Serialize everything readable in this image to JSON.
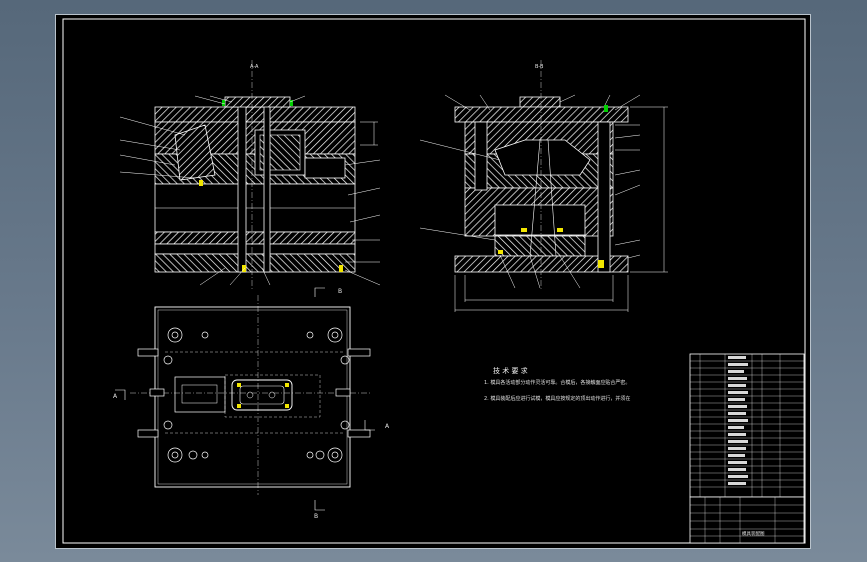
{
  "drawing": {
    "view_labels": {
      "front": "A-A",
      "side": "B-B",
      "section_a_left": "A",
      "section_a_right": "A",
      "section_b_top": "B",
      "section_b_bottom": "B"
    },
    "technical_requirements": {
      "title": "技 术 要 求",
      "item1": "1. 模具各活动部分动作灵活可靠。合模后，各接触面应贴合严密。",
      "item2": "2. 模具装配后应进行试模，模具应按规定的顶出动作进行，并须在"
    },
    "title_block": {
      "designation": "模具装配图"
    },
    "colors": {
      "sheet_background": "#000000",
      "outline": "#ffffff",
      "hatch": "#ffffff",
      "accent_yellow": "#f2e600",
      "accent_green": "#00d000",
      "accent_red": "#ff3030"
    }
  }
}
